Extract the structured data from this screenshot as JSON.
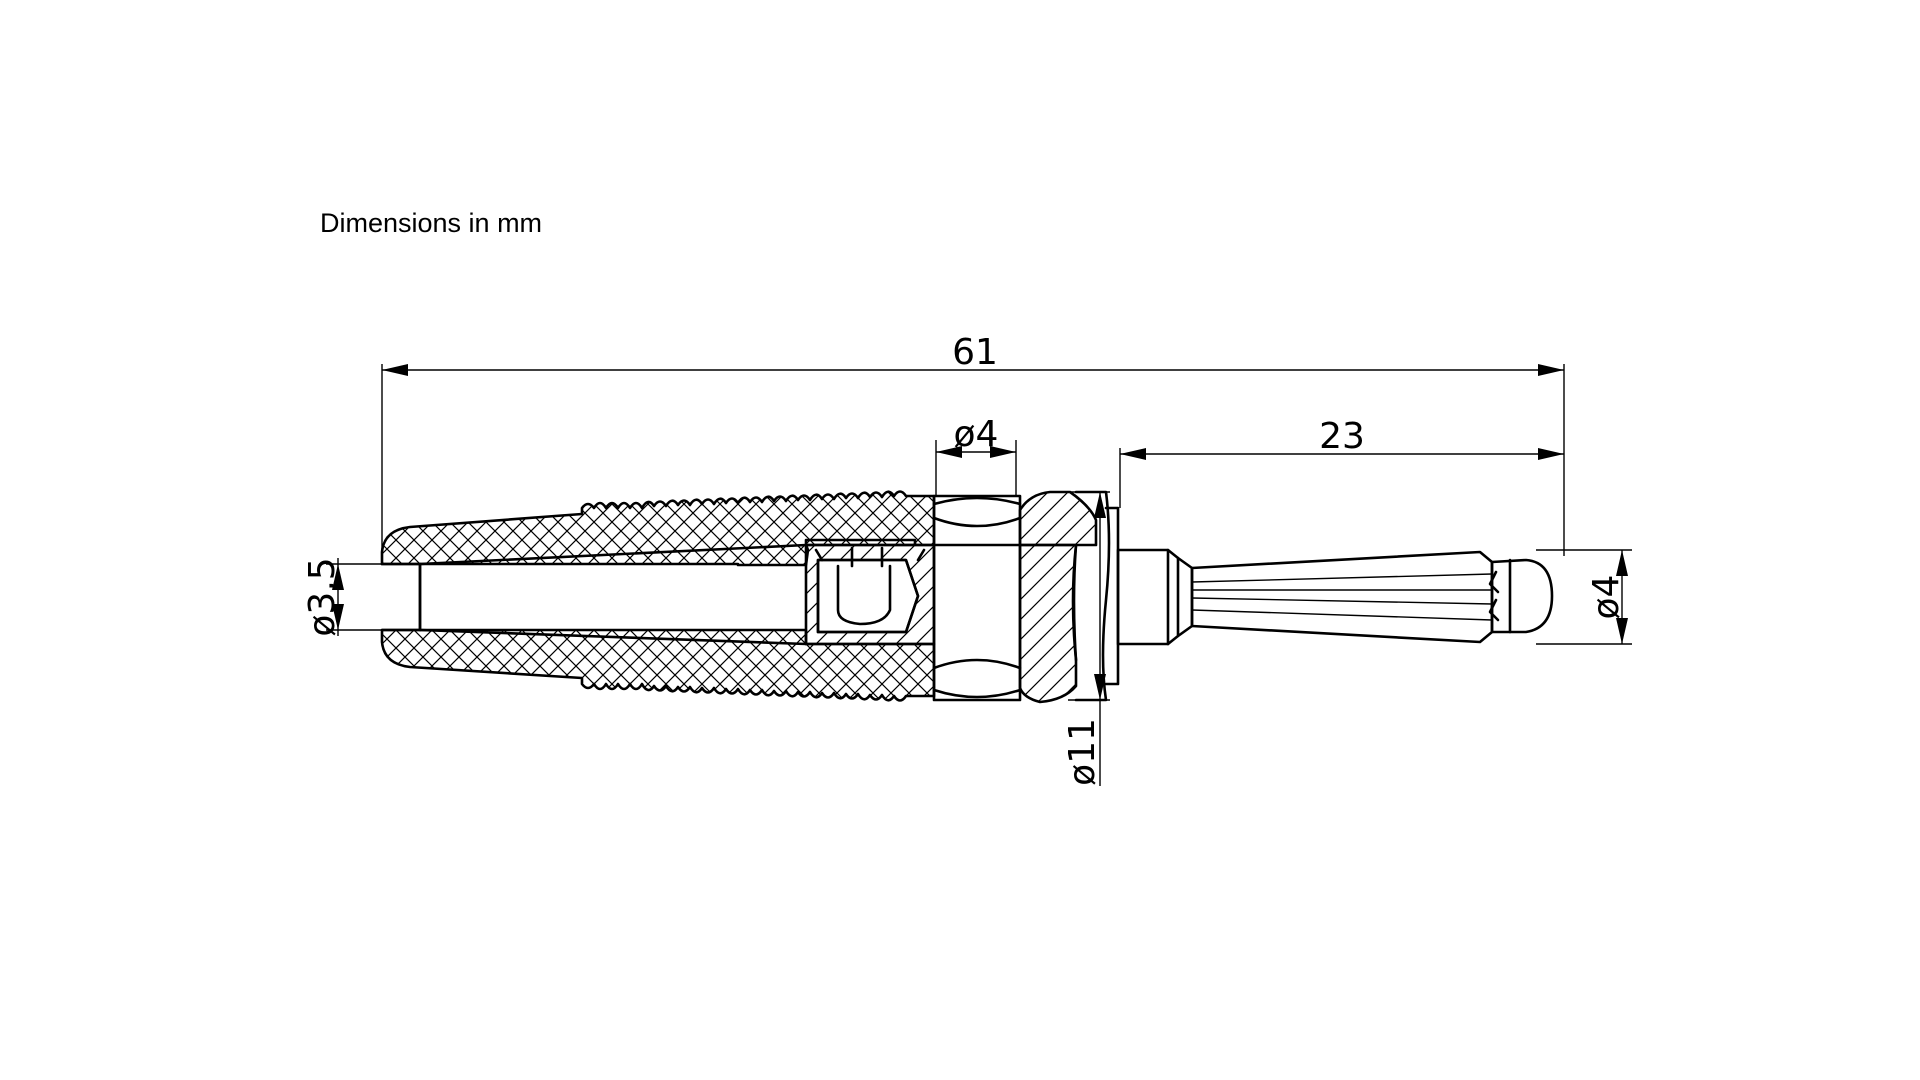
{
  "caption": "Dimensions in mm",
  "dimensions": {
    "overall_length": "61",
    "plug_length": "23",
    "bore_diameter": "ø4",
    "cable_inlet_diameter": "ø3,5",
    "body_diameter": "ø11",
    "pin_diameter": "ø4"
  },
  "colors": {
    "line": "#000000",
    "background": "#ffffff"
  }
}
